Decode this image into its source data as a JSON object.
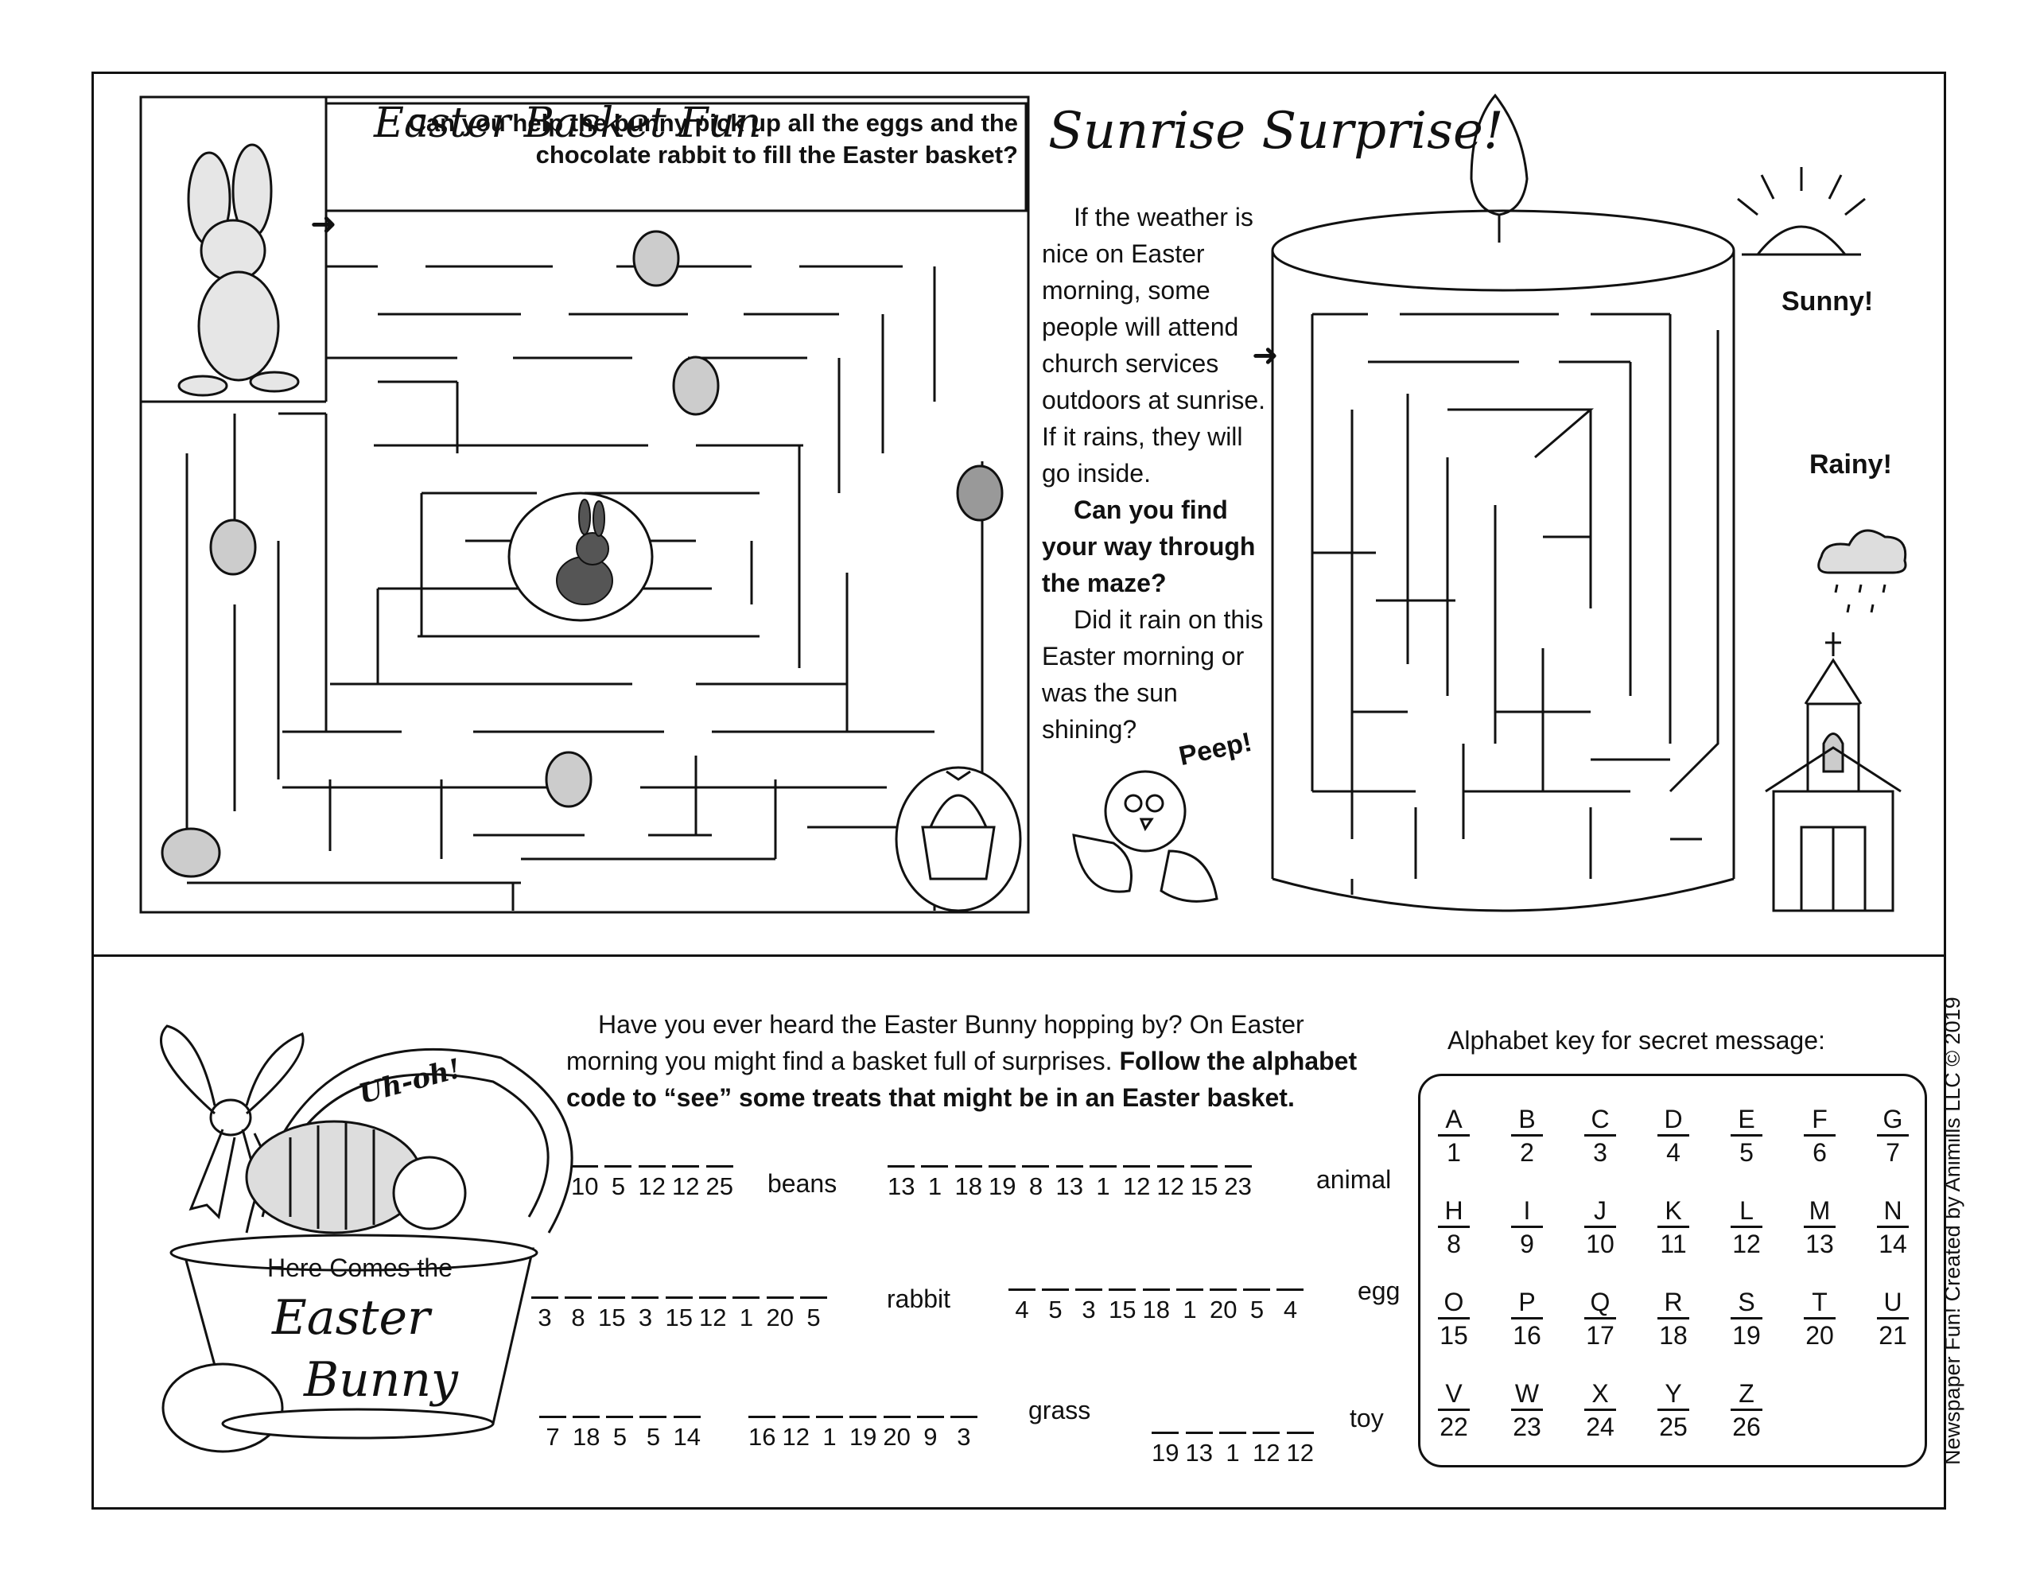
{
  "easter_basket": {
    "title": "Easter Basket Fun",
    "prompt": "Can you help the bunny pick up all the eggs and the chocolate rabbit to fill the Easter basket?"
  },
  "sunrise": {
    "title": "Sunrise Surprise!",
    "para1": "If the weather is nice on Easter morning, some people will attend church services outdoors at sunrise. If it rains, they will go inside.",
    "question": "Can you find your way through the maze?",
    "para2": "Did it rain on this Easter morning or was the sun shining?",
    "peep": "Peep!",
    "sunny": "Sunny!",
    "rainy": "Rainy!"
  },
  "bottom": {
    "uh_oh": "Uh-oh!",
    "basket_label_1": "Here Comes the",
    "basket_label_2": "Easter",
    "basket_label_3": "Bunny",
    "intro": "Have you ever heard the Easter Bunny hopping by? On Easter morning you might find a basket full of surprises.",
    "intro_bold": "Follow the alphabet code to “see” some treats that might be in an Easter basket.",
    "key_title": "Alphabet key for secret message:",
    "credit": "Newspaper Fun! Created by Animills LLC © 2019"
  },
  "puzzles": [
    {
      "hint": "beans",
      "codes": [
        "10",
        "5",
        "12",
        "12",
        "25"
      ]
    },
    {
      "hint": "animal",
      "codes": [
        "13",
        "1",
        "18",
        "19",
        "8",
        "13",
        "1",
        "12",
        "12",
        "15",
        "23"
      ]
    },
    {
      "hint": "rabbit",
      "codes": [
        "3",
        "8",
        "15",
        "3",
        "15",
        "12",
        "1",
        "20",
        "5"
      ]
    },
    {
      "hint": "egg",
      "codes": [
        "4",
        "5",
        "3",
        "15",
        "18",
        "1",
        "20",
        "5",
        "4"
      ]
    },
    {
      "hint": "grass",
      "codes": [
        "7",
        "18",
        "5",
        "5",
        "14",
        "16",
        "12",
        "1",
        "19",
        "20",
        "9",
        "3"
      ]
    },
    {
      "hint": "toy",
      "codes": [
        "19",
        "13",
        "1",
        "12",
        "12"
      ]
    }
  ],
  "alphabet": [
    {
      "l": "A",
      "n": "1"
    },
    {
      "l": "B",
      "n": "2"
    },
    {
      "l": "C",
      "n": "3"
    },
    {
      "l": "D",
      "n": "4"
    },
    {
      "l": "E",
      "n": "5"
    },
    {
      "l": "F",
      "n": "6"
    },
    {
      "l": "G",
      "n": "7"
    },
    {
      "l": "H",
      "n": "8"
    },
    {
      "l": "I",
      "n": "9"
    },
    {
      "l": "J",
      "n": "10"
    },
    {
      "l": "K",
      "n": "11"
    },
    {
      "l": "L",
      "n": "12"
    },
    {
      "l": "M",
      "n": "13"
    },
    {
      "l": "N",
      "n": "14"
    },
    {
      "l": "O",
      "n": "15"
    },
    {
      "l": "P",
      "n": "16"
    },
    {
      "l": "Q",
      "n": "17"
    },
    {
      "l": "R",
      "n": "18"
    },
    {
      "l": "S",
      "n": "19"
    },
    {
      "l": "T",
      "n": "20"
    },
    {
      "l": "U",
      "n": "21"
    },
    {
      "l": "V",
      "n": "22"
    },
    {
      "l": "W",
      "n": "23"
    },
    {
      "l": "X",
      "n": "24"
    },
    {
      "l": "Y",
      "n": "25"
    },
    {
      "l": "Z",
      "n": "26"
    }
  ]
}
